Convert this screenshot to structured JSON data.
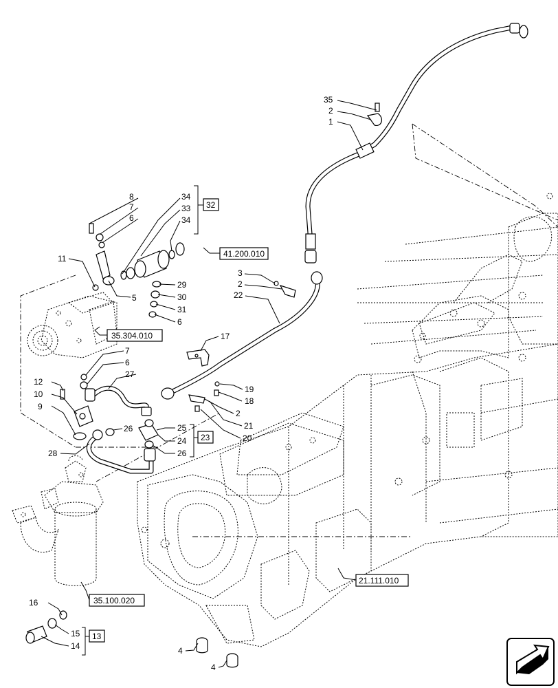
{
  "callouts": {
    "c35": "35",
    "c2a": "2",
    "c1": "1",
    "c8": "8",
    "c7a": "7",
    "c6a": "6",
    "c34a": "34",
    "c33": "33",
    "c34b": "34",
    "c11": "11",
    "c5": "5",
    "c3": "3",
    "c2b": "2",
    "c22": "22",
    "c29": "29",
    "c30": "30",
    "c31": "31",
    "c6b": "6",
    "c17": "17",
    "c7b": "7",
    "c6c": "6",
    "c27": "27",
    "c12": "12",
    "c10": "10",
    "c9": "9",
    "c19": "19",
    "c18": "18",
    "c2c": "2",
    "c21": "21",
    "c20": "20",
    "c26a": "26",
    "c25": "25",
    "c24": "24",
    "c26b": "26",
    "c28": "28",
    "c16": "16",
    "c15": "15",
    "c14": "14",
    "c4a": "4",
    "c4b": "4"
  },
  "group_boxes": {
    "g32": "32",
    "g23": "23",
    "g13": "13"
  },
  "references": {
    "r41200010": "41.200.010",
    "r35304010": "35.304.010",
    "r35100020": "35.100.020",
    "r21111010": "21.111.010"
  },
  "icons": {
    "nav": "arrow-icon"
  }
}
